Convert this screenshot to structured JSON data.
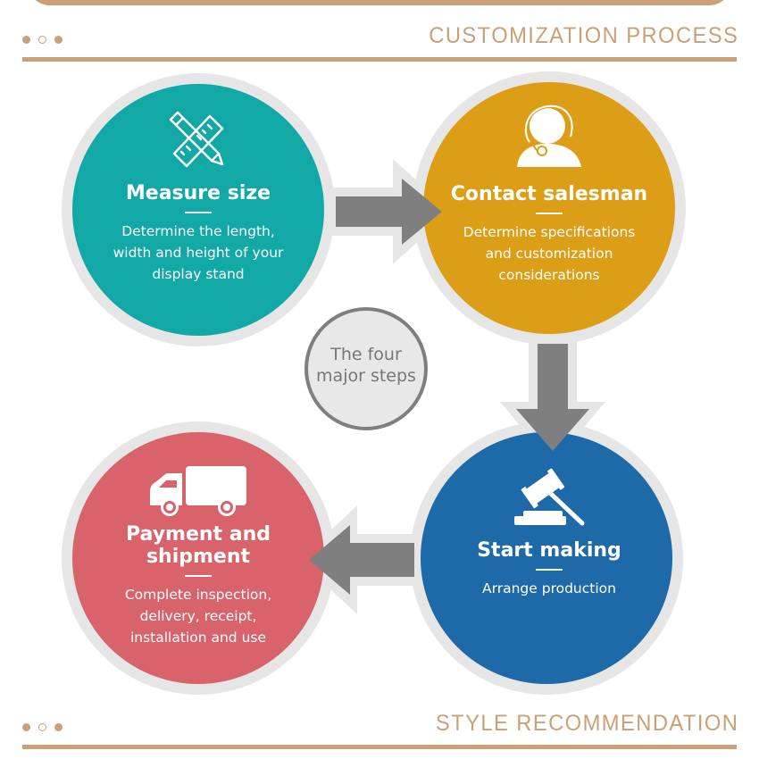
{
  "header": {
    "title": "CUSTOMIZATION PROCESS"
  },
  "footer": {
    "title": "STYLE RECOMMENDATION"
  },
  "center": {
    "label_line1": "The four",
    "label_line2": "major steps"
  },
  "colors": {
    "accent": "#c9a077",
    "ring": "#e6e6e6",
    "arrow": "#7f7f7f",
    "step1": "#12a8a6",
    "step2": "#dc9e17",
    "step3": "#1e69a8",
    "step4": "#d9636b"
  },
  "steps": [
    {
      "icon": "pencil-ruler-icon",
      "title": "Measure size",
      "desc_lines": [
        "Determine the length,",
        "width and height of your",
        "display stand"
      ]
    },
    {
      "icon": "headset-user-icon",
      "title": "Contact salesman",
      "desc_lines": [
        "Determine specifications",
        "and customization",
        "considerations"
      ]
    },
    {
      "icon": "gavel-icon",
      "title": "Start making",
      "desc_lines": [
        "Arrange production"
      ]
    },
    {
      "icon": "truck-icon",
      "title_lines": [
        "Payment and",
        "shipment"
      ],
      "desc_lines": [
        "Complete inspection,",
        "delivery, receipt,",
        "installation and use"
      ]
    }
  ]
}
